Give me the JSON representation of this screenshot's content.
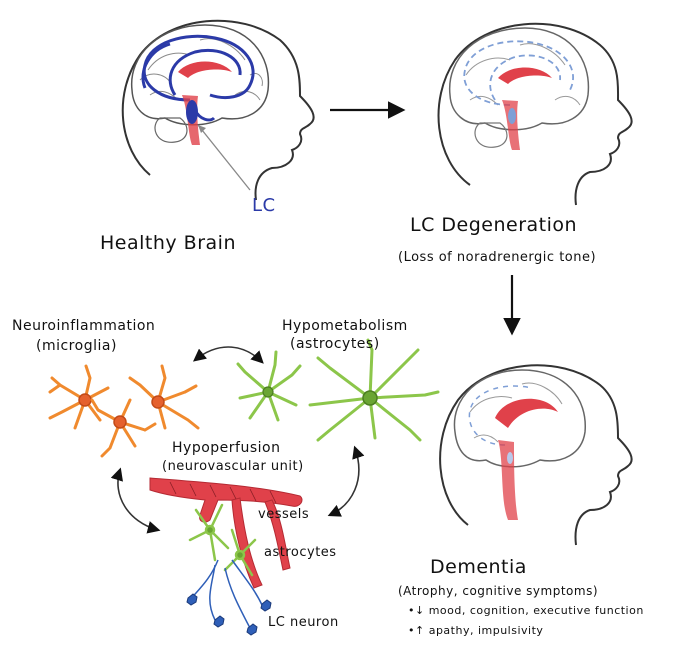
{
  "labels": {
    "healthy_brain": "Healthy Brain",
    "lc_pointer": "LC",
    "lc_degeneration": "LC Degeneration",
    "loss_of_tone": "(Loss of noradrenergic tone)",
    "neuroinflammation": "Neuroinflammation",
    "microglia": "(microglia)",
    "hypometabolism": "Hypometabolism",
    "astrocytes_paren": "(astrocytes)",
    "hypoperfusion": "Hypoperfusion",
    "neurovascular_unit": "(neurovascular unit)",
    "vessels": "vessels",
    "astrocytes": "astrocytes",
    "lc_neuron": "LC neuron",
    "dementia": "Dementia",
    "atrophy": "(Atrophy, cognitive symptoms)",
    "bullet_down": "•↓ mood, cognition, executive function",
    "bullet_up": "•↑ apathy, impulsivity"
  },
  "colors": {
    "lc_blue_dark": "#2b3aa8",
    "lc_blue_light": "#7f9fd6",
    "red": "#e0414a",
    "orange": "#f08a2e",
    "green": "#8cc64a",
    "neuron_blue": "#2f5fb8"
  }
}
